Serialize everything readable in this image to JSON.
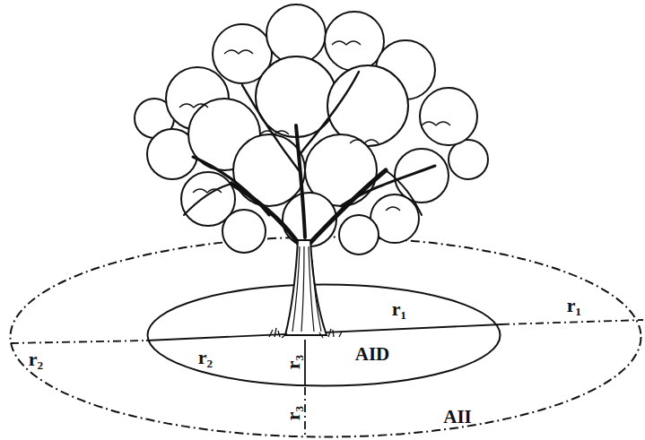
{
  "diagram": {
    "nodes": [
      {
        "text": [
          "AII"
        ]
      },
      {
        "text": [
          "AID"
        ],
        "in": 0
      }
    ],
    "labels": [
      "r₁",
      "r₁",
      "r₂",
      "r₂",
      "r₃",
      "r₃"
    ]
  }
}
